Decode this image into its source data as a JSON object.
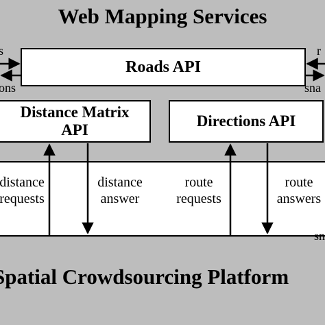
{
  "diagram": {
    "title": "Web Mapping Services",
    "boxes": {
      "roads": "Roads API",
      "distance_matrix_line1": "Distance Matrix",
      "distance_matrix_line2": "API",
      "directions": "Directions API"
    },
    "labels": {
      "distance_requests_line1": "distance",
      "distance_requests_line2": "requests",
      "distance_answer_line1": "distance",
      "distance_answer_line2": "answer",
      "route_requests_line1": "route",
      "route_requests_line2": "requests",
      "route_answers_line1": "route",
      "route_answers_line2": "answers"
    },
    "edge_fragments": {
      "left_top": "s",
      "left_bottom": "ons",
      "right_top": "r",
      "right_bottom": "sna",
      "right_lower": "sn"
    },
    "platform": "Spatial Crowdsourcing Platform"
  },
  "colors": {
    "panel_gray": "#bdbdbd",
    "box_fill": "#ffffff",
    "stroke": "#000000"
  }
}
